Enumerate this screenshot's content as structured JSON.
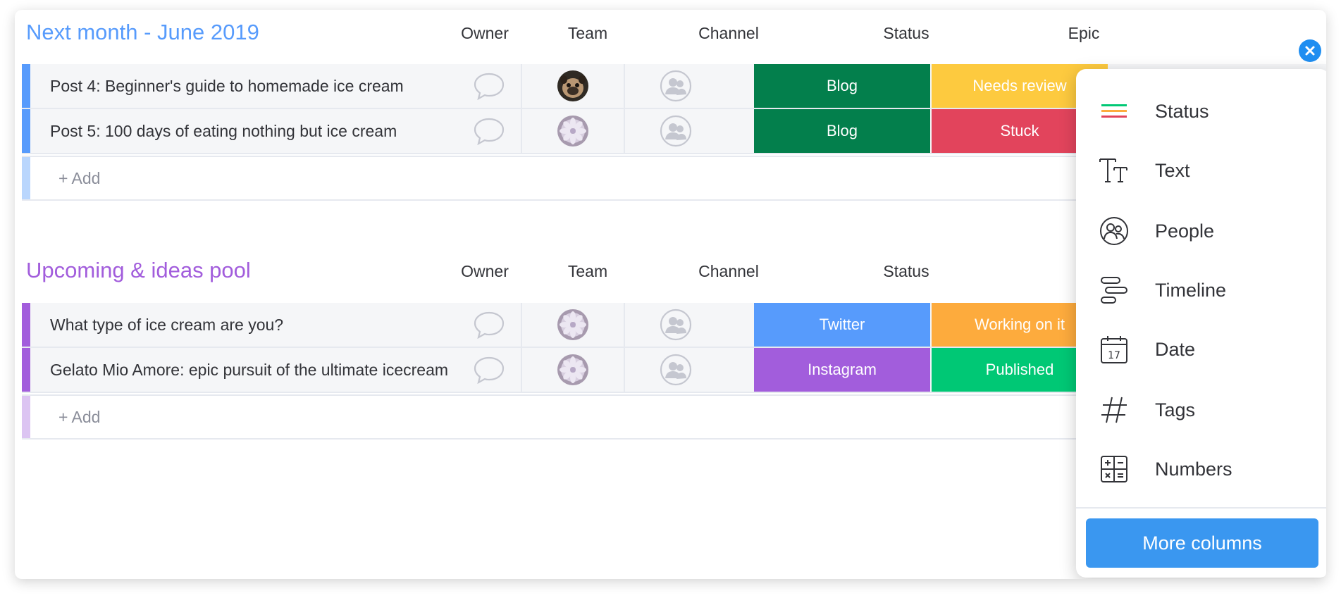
{
  "columns": {
    "owner": "Owner",
    "team": "Team",
    "channel": "Channel",
    "status": "Status",
    "epic": "Epic"
  },
  "groups": [
    {
      "title": "Next month - June 2019",
      "title_color": "#579bfc",
      "bar_color": "#579bfc",
      "add_bar_color": "#b9d6fd",
      "rows": [
        {
          "name": "Post 4: Beginner's guide to homemade ice cream",
          "channel": "Blog",
          "channel_color": "#037f4c",
          "status": "Needs review",
          "status_color": "#fdca3f",
          "owner_avatar": "pug"
        },
        {
          "name": "Post 5: 100 days of eating nothing but ice cream",
          "channel": "Blog",
          "channel_color": "#037f4c",
          "status": "Stuck",
          "status_color": "#e2445c",
          "owner_avatar": "flower"
        }
      ],
      "add_label": "+ Add"
    },
    {
      "title": "Upcoming & ideas pool",
      "title_color": "#a25ddc",
      "bar_color": "#a25ddc",
      "add_bar_color": "#dcc4f2",
      "rows": [
        {
          "name": "What type of ice cream are you?",
          "channel": "Twitter",
          "channel_color": "#579bfc",
          "status": "Working on it",
          "status_color": "#fdab3d",
          "owner_avatar": "flower"
        },
        {
          "name": "Gelato Mio Amore: epic pursuit of the ultimate icecream",
          "channel": "Instagram",
          "channel_color": "#a25ddc",
          "status": "Published",
          "status_color": "#00c875",
          "owner_avatar": "flower"
        }
      ],
      "add_label": "+ Add"
    }
  ],
  "column_menu": {
    "items": [
      {
        "label": "Status",
        "icon": "status-icon"
      },
      {
        "label": "Text",
        "icon": "text-icon"
      },
      {
        "label": "People",
        "icon": "people-icon"
      },
      {
        "label": "Timeline",
        "icon": "timeline-icon"
      },
      {
        "label": "Date",
        "icon": "date-icon",
        "icon_text": "17"
      },
      {
        "label": "Tags",
        "icon": "hashtag-icon"
      },
      {
        "label": "Numbers",
        "icon": "numbers-icon"
      }
    ],
    "more_button": "More columns"
  },
  "colors": {
    "accent": "#1f8ef1",
    "more_button": "#3a97f0"
  }
}
